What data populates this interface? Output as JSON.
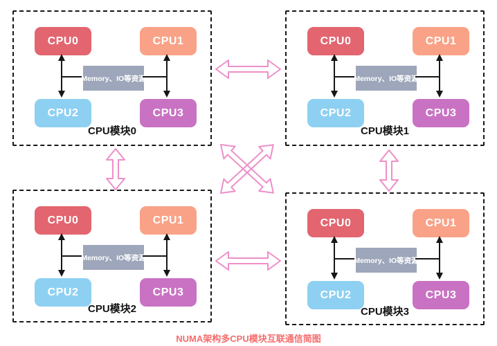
{
  "diagram": {
    "caption": "NUMA架构多CPU模块互联通信简图",
    "modules": [
      {
        "label": "CPU模块0",
        "cpus": [
          "CPU0",
          "CPU1",
          "CPU2",
          "CPU3"
        ],
        "memory": "Memory、IO等资源"
      },
      {
        "label": "CPU模块1",
        "cpus": [
          "CPU0",
          "CPU1",
          "CPU2",
          "CPU3"
        ],
        "memory": "Memory、IO等资源"
      },
      {
        "label": "CPU模块2",
        "cpus": [
          "CPU0",
          "CPU1",
          "CPU2",
          "CPU3"
        ],
        "memory": "Memory、IO等资源"
      },
      {
        "label": "CPU模块3",
        "cpus": [
          "CPU0",
          "CPU1",
          "CPU2",
          "CPU3"
        ],
        "memory": "Memory、IO等资源"
      }
    ],
    "icons": {
      "intermodule_link": "bidirectional-arrow-icon",
      "cpu_memory_link": "double-headed-arrow-icon"
    }
  },
  "colors": {
    "cpu0": "#e26570",
    "cpu1": "#f9a287",
    "cpu2": "#8ed0f2",
    "cpu3": "#c972c3",
    "memory": "#9da6ba",
    "interconnect": "#ee8fc8",
    "caption": "#f56c6c",
    "line": "#161616"
  }
}
